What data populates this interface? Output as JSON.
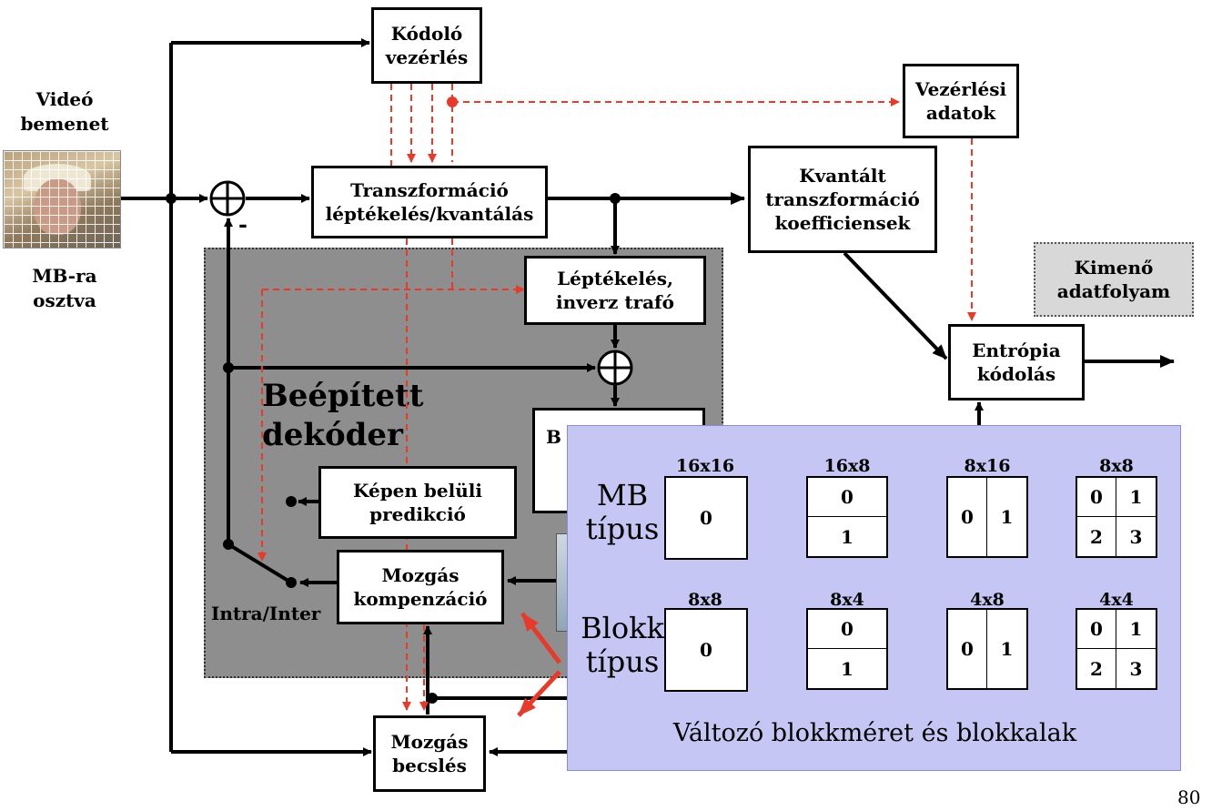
{
  "input": {
    "title": "Videó\nbemenet",
    "caption": "MB-ra\nosztva"
  },
  "blocks": {
    "kodolo": "Kódoló\nvezérlés",
    "transzform": "Transzformáció\nléptékelés/kvantálás",
    "vezerlesi": "Vezérlési\nadatok",
    "kvantalt": "Kvantált\ntranszformáció\nkoefficiensek",
    "kimeno": "Kimenő\nadatfolyam",
    "leptekeles": "Léptékelés,\ninverz trafó",
    "entropia": "Entrópia\nkódolás",
    "kepen": "Képen belüli\npredikció",
    "mozgas_komp": "Mozgás\nkompenzáció",
    "mozgas_becs": "Mozgás\nbecslés",
    "hidden_partial": "B"
  },
  "labels": {
    "minus": "-",
    "decoder": "Beépített\ndekóder",
    "intra_inter": "Intra/Inter",
    "page_number": "80"
  },
  "overlay": {
    "mb_label": "MB\ntípus",
    "blokk_label": "Blokk\ntípus",
    "caption": "Változó blokkméret és blokkalak",
    "mb_grids": [
      {
        "title": "16x16",
        "cells": [
          "0"
        ]
      },
      {
        "title": "16x8",
        "cells": [
          "0",
          "1"
        ]
      },
      {
        "title": "8x16",
        "cells": [
          "0",
          "1"
        ]
      },
      {
        "title": "8x8",
        "cells": [
          "0",
          "1",
          "2",
          "3"
        ]
      }
    ],
    "blokk_grids": [
      {
        "title": "8x8",
        "cells": [
          "0"
        ]
      },
      {
        "title": "8x4",
        "cells": [
          "0",
          "1"
        ]
      },
      {
        "title": "4x8",
        "cells": [
          "0",
          "1"
        ]
      },
      {
        "title": "4x4",
        "cells": [
          "0",
          "1",
          "2",
          "3"
        ]
      }
    ]
  },
  "colors": {
    "decoder_bg": "#8e8e8e",
    "overlay_bg": "#c6c6f4",
    "control_line": "#e83a2a"
  }
}
